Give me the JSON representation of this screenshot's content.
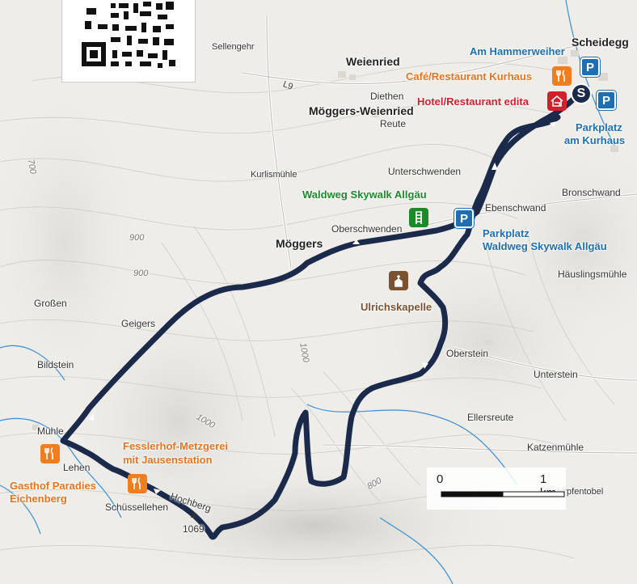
{
  "places": {
    "scheidegg": "Scheidegg",
    "sellengehr": "Sellengehr",
    "weienried": "Weienried",
    "moeggers_weienried": "Möggers-Weienried",
    "diethen": "Diethen",
    "reute": "Reute",
    "kurlismuehle": "Kurlismühle",
    "unterschwenden": "Unterschwenden",
    "bronschwand": "Bronschwand",
    "ebenschwand": "Ebenschwand",
    "oberschwenden": "Oberschwenden",
    "moeggers": "Möggers",
    "haeuslingsmuehle": "Häuslingsmühle",
    "grossen": "Großen",
    "geigers": "Geigers",
    "oberstein": "Oberstein",
    "bildstein": "Bildstein",
    "unterstein": "Unterstein",
    "muehle": "Mühle",
    "ellersreute": "Ellersreute",
    "katzenmuehle": "Katzenmühle",
    "lehen": "Lehen",
    "schuessellehen": "Schüssellehen",
    "hochberg": "Hochberg",
    "schirpfentobel": "Schirpfentobel",
    "summit_elev": "1069"
  },
  "road_label": "L9",
  "contour_labels": {
    "c700": "700",
    "c900": "900",
    "c900b": "900",
    "c1000": "1000",
    "c1000b": "1000",
    "c800": "800"
  },
  "pois": {
    "am_hammerweiher": "Am Hammerweiher",
    "cafe_kurhaus": "Café/Restaurant Kurhaus",
    "hotel_edita": "Hotel/Restaurant edita",
    "parkplatz_kurhaus_1": "Parkplatz",
    "parkplatz_kurhaus_2": "am Kurhaus",
    "skywalk": "Waldweg Skywalk Allgäu",
    "parkplatz_skywalk_1": "Parkplatz",
    "parkplatz_skywalk_2": "Waldweg Skywalk Allgäu",
    "ulrichskapelle": "Ulrichskapelle",
    "fesslerhof_1": "Fesslerhof-Metzgerei",
    "fesslerhof_2": "mit Jausenstation",
    "paradies_1": "Gasthof Paradies",
    "paradies_2": "Eichenberg"
  },
  "icons": {
    "parking": "P",
    "start": "S",
    "restaurant": "fork-knife-icon",
    "hotel": "hotel-icon",
    "chapel": "chapel-icon",
    "skywalk": "skywalk-icon"
  },
  "scale": {
    "zero": "0",
    "one": "1 km"
  },
  "colors": {
    "route": "#1b2a4a",
    "orange": "#f07d1e",
    "blue": "#1d6fb4",
    "red": "#d0202a",
    "green": "#1c8a2a",
    "brown": "#7a5230",
    "water": "#3b8fd6"
  }
}
